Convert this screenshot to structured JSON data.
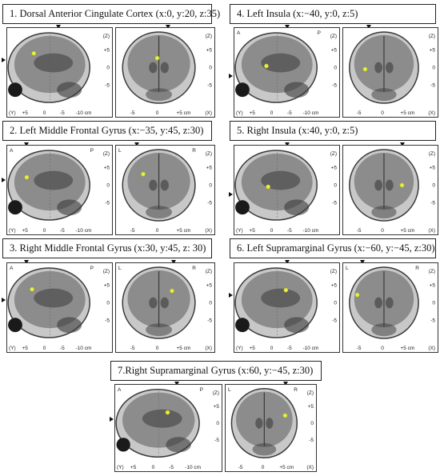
{
  "sections": [
    {
      "title": "1. Dorsal Anterior Cingulate Cortex (x:0, y:20, z:35)",
      "sag_corner_left": "",
      "sag_corner_right": "",
      "cor_corner_left": "",
      "cor_corner_right": ""
    },
    {
      "title": "2. Left Middle Frontal Gyrus (x:−35, y:45, z:30)",
      "sag_corner_left": "A",
      "sag_corner_right": "P",
      "cor_corner_left": "L",
      "cor_corner_right": "R"
    },
    {
      "title": "3. Right Middle Frontal Gyrus (x:30, y:45, z: 30)",
      "sag_corner_left": "A",
      "sag_corner_right": "P",
      "cor_corner_left": "L",
      "cor_corner_right": "R"
    },
    {
      "title": "4. Left Insula (x:−40, y:0, z:5)",
      "sag_corner_left": "A",
      "sag_corner_right": "P",
      "cor_corner_left": "",
      "cor_corner_right": ""
    },
    {
      "title": "5. Right Insula (x:40, y:0, z:5)",
      "sag_corner_left": "",
      "sag_corner_right": "",
      "cor_corner_left": "",
      "cor_corner_right": ""
    },
    {
      "title": "6. Left Supramarginal Gyrus (x:−60, y:−45, z:30)",
      "sag_corner_left": "",
      "sag_corner_right": "",
      "cor_corner_left": "L",
      "cor_corner_right": "R"
    },
    {
      "title": "7.Right Supramarginal Gyrus (x:60, y:−45, z:30)",
      "sag_corner_left": "A",
      "sag_corner_right": "P",
      "cor_corner_left": "L",
      "cor_corner_right": "R"
    }
  ],
  "axis_labels": {
    "z_axis": "(Z)",
    "y_axis": "(Y)",
    "x_axis": "(X)",
    "z_ticks": [
      "+5",
      "0",
      "-5"
    ],
    "y_ticks": [
      "+5",
      "0",
      "-5",
      "-10 cm"
    ],
    "x_ticks": [
      "-5",
      "0",
      "+5 cm"
    ]
  },
  "colors": {
    "scan_dark": "#3a3a3a",
    "scan_tissue": "#8c8c8c",
    "scan_light": "#c8c8c8",
    "activation": "#e8f03a"
  }
}
